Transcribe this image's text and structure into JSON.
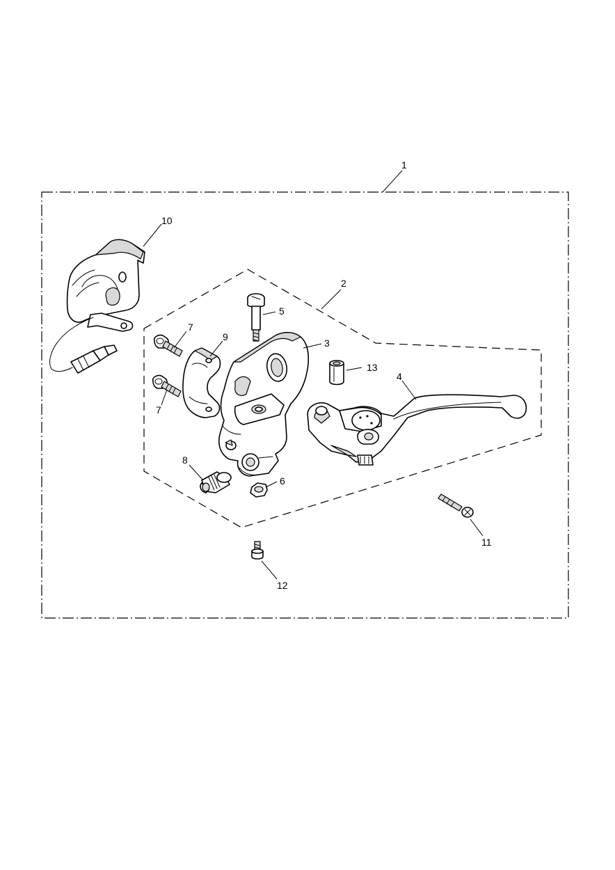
{
  "diagram": {
    "callouts": {
      "c1": "1",
      "c2": "2",
      "c3": "3",
      "c4": "4",
      "c5": "5",
      "c6": "6",
      "c7a": "7",
      "c7b": "7",
      "c8": "8",
      "c9": "9",
      "c10": "10",
      "c11": "11",
      "c12": "12",
      "c13": "13"
    }
  }
}
